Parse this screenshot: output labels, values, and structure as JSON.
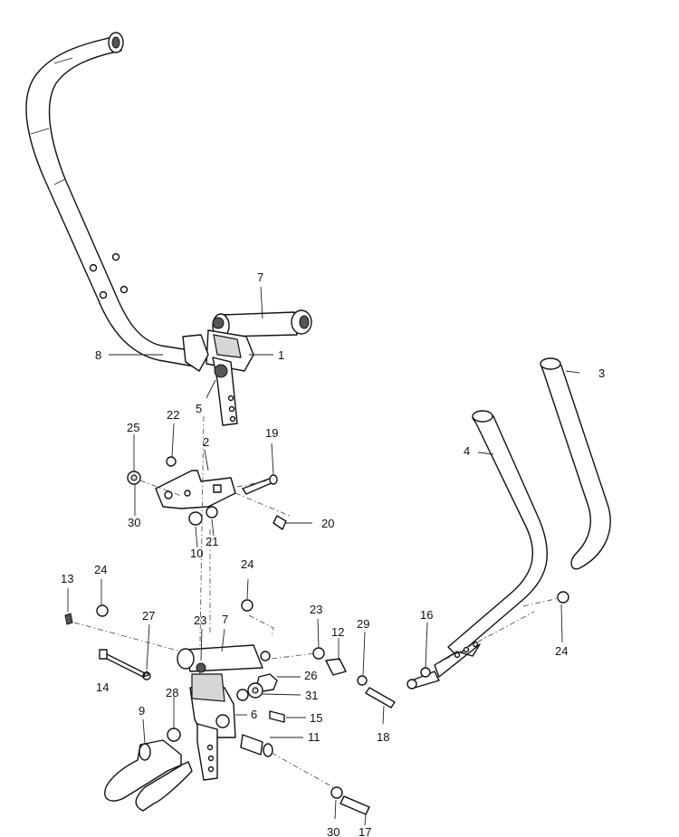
{
  "callouts": [
    {
      "id": "c1",
      "text": "1"
    },
    {
      "id": "c2",
      "text": "2"
    },
    {
      "id": "c3",
      "text": "3"
    },
    {
      "id": "c4",
      "text": "4"
    },
    {
      "id": "c5",
      "text": "5"
    },
    {
      "id": "c6",
      "text": "6"
    },
    {
      "id": "c7a",
      "text": "7"
    },
    {
      "id": "c7b",
      "text": "7"
    },
    {
      "id": "c8",
      "text": "8"
    },
    {
      "id": "c9",
      "text": "9"
    },
    {
      "id": "c10",
      "text": "10"
    },
    {
      "id": "c11",
      "text": "11"
    },
    {
      "id": "c12",
      "text": "12"
    },
    {
      "id": "c13",
      "text": "13"
    },
    {
      "id": "c14",
      "text": "14"
    },
    {
      "id": "c15",
      "text": "15"
    },
    {
      "id": "c16",
      "text": "16"
    },
    {
      "id": "c17",
      "text": "17"
    },
    {
      "id": "c18",
      "text": "18"
    },
    {
      "id": "c19",
      "text": "19"
    },
    {
      "id": "c20",
      "text": "20"
    },
    {
      "id": "c21",
      "text": "21"
    },
    {
      "id": "c22",
      "text": "22"
    },
    {
      "id": "c23a",
      "text": "23"
    },
    {
      "id": "c23b",
      "text": "23"
    },
    {
      "id": "c24a",
      "text": "24"
    },
    {
      "id": "c24b",
      "text": "24"
    },
    {
      "id": "c24c",
      "text": "24"
    },
    {
      "id": "c25",
      "text": "25"
    },
    {
      "id": "c26",
      "text": "26"
    },
    {
      "id": "c27",
      "text": "27"
    },
    {
      "id": "c28",
      "text": "28"
    },
    {
      "id": "c29",
      "text": "29"
    },
    {
      "id": "c30a",
      "text": "30"
    },
    {
      "id": "c30b",
      "text": "30"
    },
    {
      "id": "c31",
      "text": "31"
    }
  ]
}
